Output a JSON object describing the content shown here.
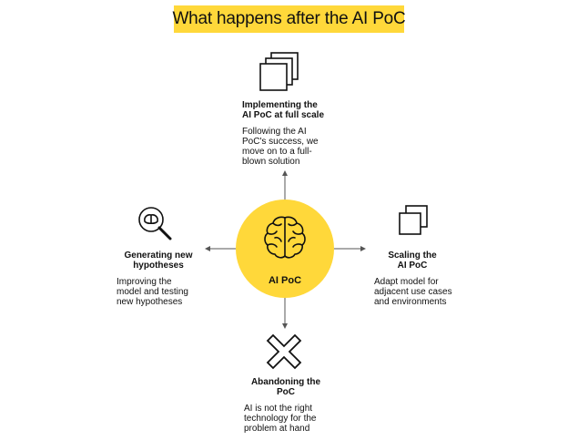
{
  "title": "What happens after the AI PoC",
  "center": {
    "label": "AI PoC",
    "icon": "brain-icon"
  },
  "nodes": {
    "top": {
      "icon": "stacked-squares-icon",
      "heading_lines": [
        "Implementing the",
        "AI PoC at full scale"
      ],
      "body_lines": [
        "Following the AI",
        "PoC's success, we",
        "move on to a full-",
        "blown solution"
      ]
    },
    "left": {
      "icon": "magnifier-brain-icon",
      "heading_lines": [
        "Generating new",
        "hypotheses"
      ],
      "body_lines": [
        "Improving the",
        "model and testing",
        "new hypotheses"
      ]
    },
    "right": {
      "icon": "two-squares-icon",
      "heading_lines": [
        "Scaling the",
        "AI PoC"
      ],
      "body_lines": [
        "Adapt model for",
        "adjacent use cases",
        "and environments"
      ]
    },
    "bottom": {
      "icon": "cross-icon",
      "heading_lines": [
        "Abandoning the",
        "PoC"
      ],
      "body_lines": [
        "AI is not the right",
        "technology for the",
        "problem at hand"
      ]
    }
  },
  "colors": {
    "accent": "#FFD83A",
    "ink": "#111111",
    "connector": "#555555"
  }
}
